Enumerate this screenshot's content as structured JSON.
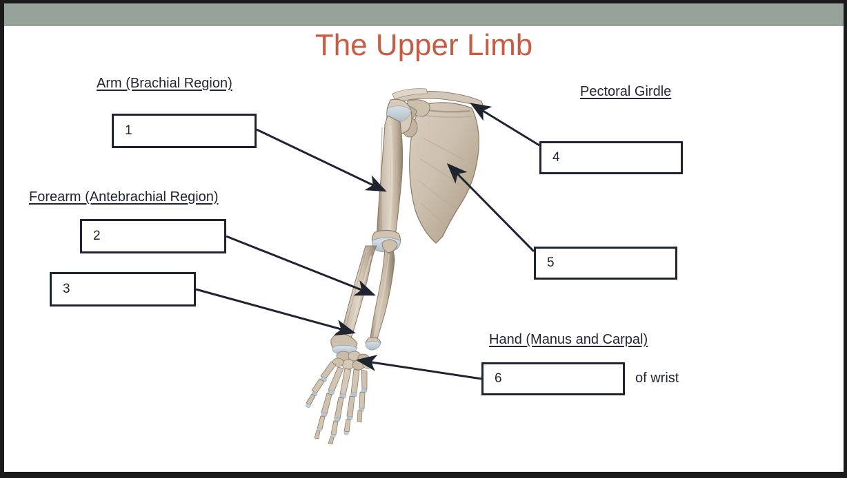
{
  "slide": {
    "title": "The Upper Limb",
    "title_color": "#c75b44",
    "banner_color": "#97a29a",
    "background_color": "#ffffff",
    "ink_color": "#1f2430"
  },
  "headings": {
    "arm": "Arm (Brachial Region)",
    "forearm": "Forearm (Antebrachial Region)",
    "pectoral": "Pectoral Girdle",
    "hand": "Hand (Manus and Carpal)"
  },
  "answer_boxes": [
    {
      "id": "1",
      "label": "1"
    },
    {
      "id": "2",
      "label": "2"
    },
    {
      "id": "3",
      "label": "3"
    },
    {
      "id": "4",
      "label": "4"
    },
    {
      "id": "5",
      "label": "5"
    },
    {
      "id": "6",
      "label": "6"
    }
  ],
  "side_text": {
    "hand_suffix": "of wrist"
  },
  "diagram": {
    "subject": "upper-limb-skeleton",
    "bone_color": "#c6b7a4",
    "cartilage_color": "#c2cdd6",
    "arrow_color": "#1f2430",
    "arrows": [
      {
        "from_box": "1",
        "points_to": "humerus"
      },
      {
        "from_box": "2",
        "points_to": "radius"
      },
      {
        "from_box": "3",
        "points_to": "ulna"
      },
      {
        "from_box": "4",
        "points_to": "clavicle"
      },
      {
        "from_box": "5",
        "points_to": "scapula"
      },
      {
        "from_box": "6",
        "points_to": "carpals"
      }
    ]
  }
}
